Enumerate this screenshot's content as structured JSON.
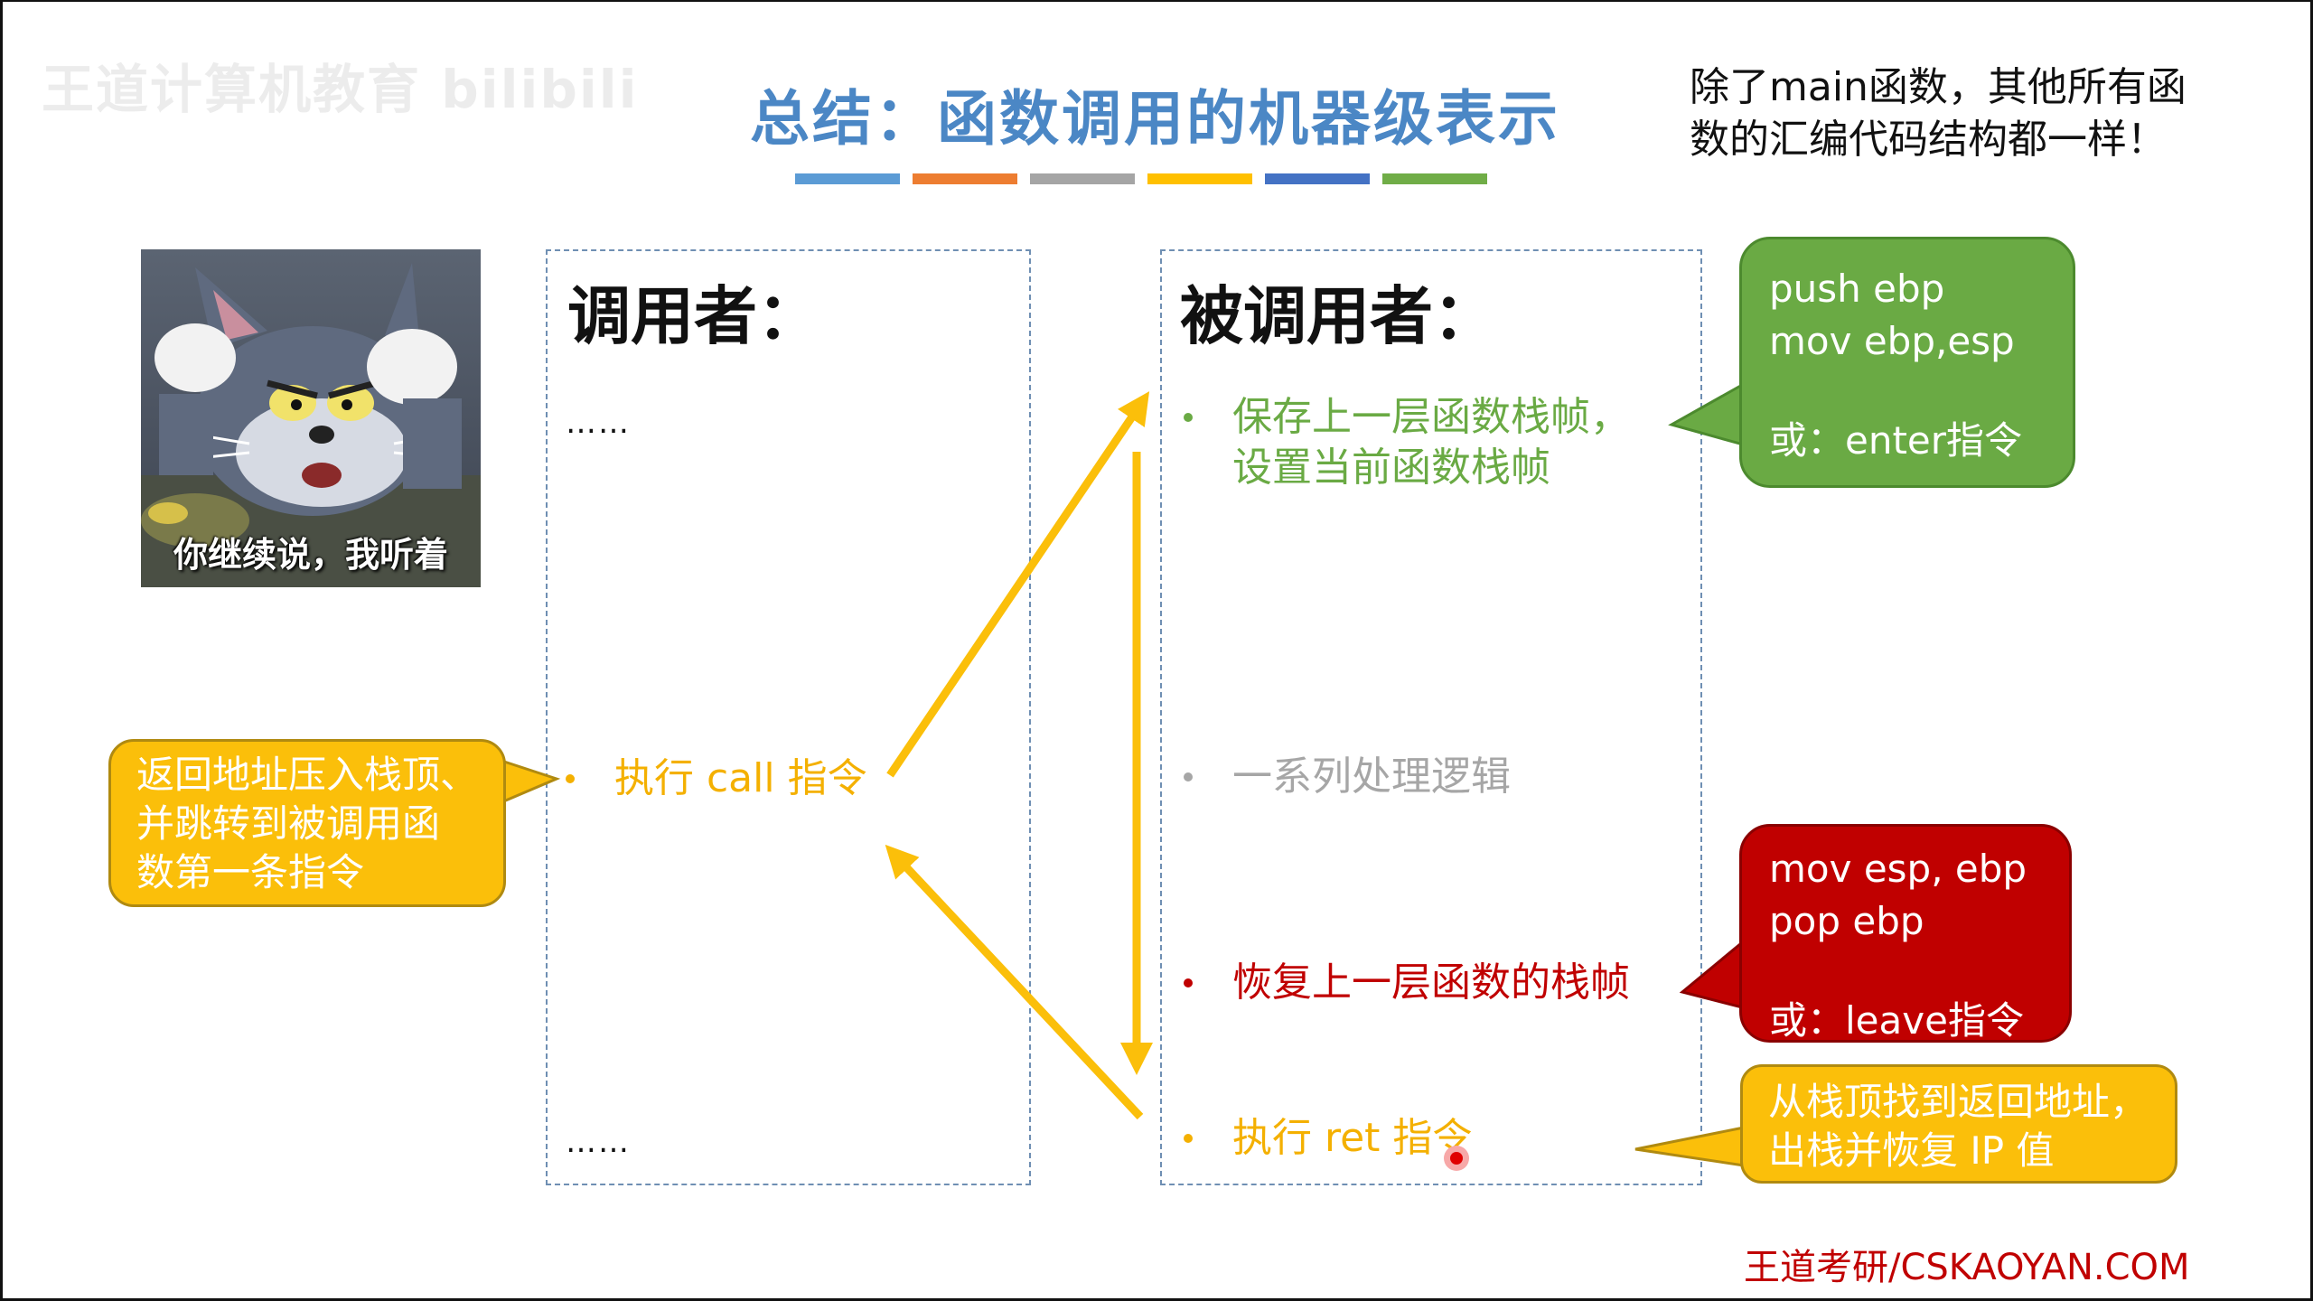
{
  "watermark": "王道计算机教育 bilibili",
  "title": "总结：函数调用的机器级表示",
  "color_bars": [
    "#5b9bd5",
    "#ed7d31",
    "#a5a5a5",
    "#ffc000",
    "#4472c4",
    "#70ad47"
  ],
  "top_note": {
    "line1": "除了main函数，其他所有函",
    "line2": "数的汇编代码结构都一样！"
  },
  "meme": {
    "caption": "你继续说，我听着"
  },
  "caller": {
    "heading": "调用者：",
    "ellipsis_top": "……",
    "call_step": "执行 call 指令",
    "ellipsis_bottom": "……"
  },
  "callee": {
    "heading": "被调用者：",
    "step_save_line1": "保存上一层函数栈帧，",
    "step_save_line2": "设置当前函数栈帧",
    "step_logic": "一系列处理逻辑",
    "step_restore": "恢复上一层函数的栈帧",
    "step_ret": "执行 ret 指令"
  },
  "bubbles": {
    "green": {
      "line1": "push ebp",
      "line2": "mov ebp,esp",
      "line3": "或：enter指令"
    },
    "red": {
      "line1": "mov esp, ebp",
      "line2": "pop ebp",
      "line3": "或：leave指令"
    },
    "orange_right": {
      "line1": "从栈顶找到返回地址，",
      "line2": "出栈并恢复 IP 值"
    },
    "orange_left": {
      "line1": "返回地址压入栈顶、",
      "line2": "并跳转到被调用函",
      "line3": "数第一条指令"
    }
  },
  "colors": {
    "green_text": "#6aaa44",
    "gray_text": "#a6a6a6",
    "red_text": "#c00000",
    "orange_text": "#f4b000",
    "arrow": "#fbbf0a"
  },
  "footer": "王道考研/CSKAOYAN.COM"
}
